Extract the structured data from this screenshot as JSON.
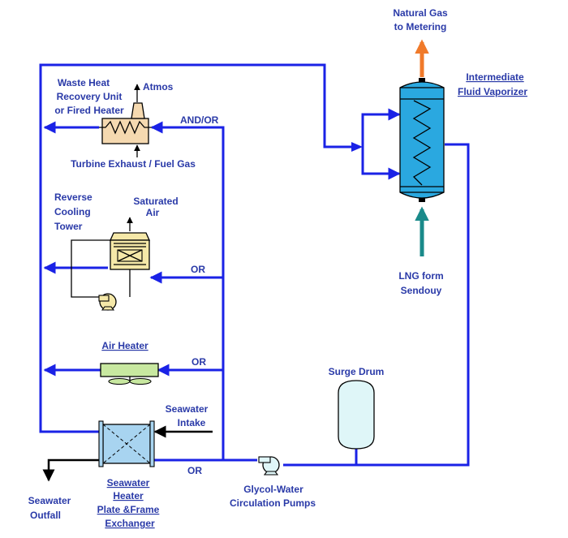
{
  "labels": {
    "natural_gas_1": "Natural Gas",
    "natural_gas_2": "to Metering",
    "ifv_1": "Intermediate",
    "ifv_2": "Fluid Vaporizer",
    "whru_1": "Waste Heat",
    "whru_2": "Recovery Unit",
    "whru_3": "or Fired Heater",
    "atmos": "Atmos",
    "and_or": "AND/OR",
    "turbine": "Turbine Exhaust / Fuel Gas",
    "rct_1": "Reverse",
    "rct_2": "Cooling",
    "rct_3": "Tower",
    "sat_air_1": "Saturated",
    "sat_air_2": "Air",
    "or_1": "OR",
    "air_heater": "Air Heater",
    "or_2": "OR",
    "lng_1": "LNG form",
    "lng_2": "Sendouy",
    "surge_drum": "Surge Drum",
    "seawater_intake_1": "Seawater",
    "seawater_intake_2": "Intake",
    "or_3": "OR",
    "seawater_outfall_1": "Seawater",
    "seawater_outfall_2": "Outfall",
    "sw_heater_1": "Seawater",
    "sw_heater_2": "Heater",
    "sw_heater_3": "Plate &Frame",
    "sw_heater_4": "Exchanger",
    "pumps_1": "Glycol-Water",
    "pumps_2": "Circulation Pumps"
  },
  "colors": {
    "glycol_pipe": "#1a22e6",
    "label_text": "#2a3aa8",
    "natural_gas_arrow": "#f07a2a",
    "lng_arrow": "#1a8a8a",
    "vaporizer_fill": "#2aa8e0",
    "heater_fill": "#f5d9b0",
    "tower_fill": "#f5e8a8",
    "exchanger_fill": "#a8d4f0",
    "drum_fill": "#dff6f8"
  }
}
